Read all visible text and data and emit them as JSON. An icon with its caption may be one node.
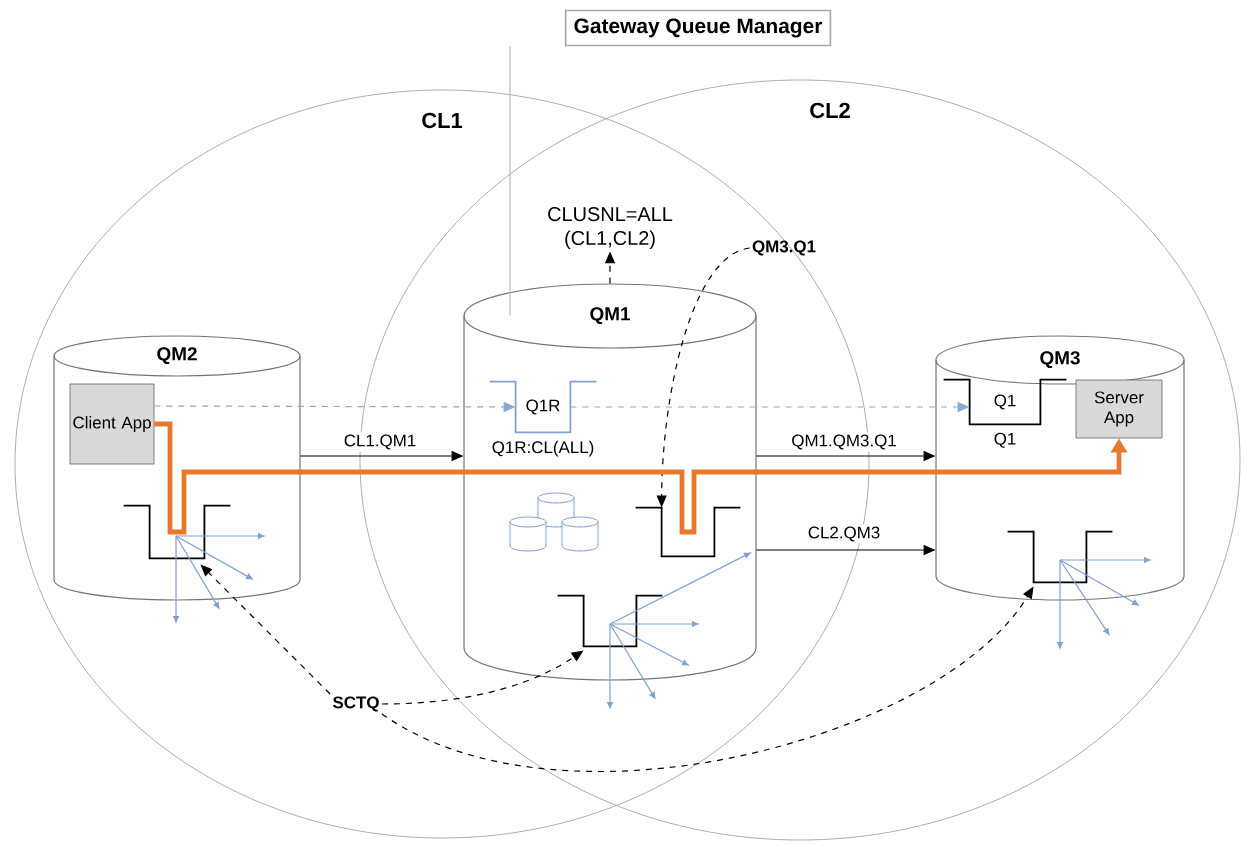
{
  "diagram": {
    "nodes": [
      {
        "text": [
          "CL1"
        ]
      },
      {
        "text": [
          "CL2"
        ]
      },
      {
        "text": [
          "Gateway Queue Manager"
        ]
      },
      {
        "text": [
          "QM2"
        ],
        "in": 0
      },
      {
        "text": [
          "Client App"
        ],
        "in": 3
      },
      {
        "text": [],
        "shape": "box",
        "in": 3
      },
      {
        "text": [
          "QM1"
        ]
      },
      {
        "text": [
          "Q1R"
        ],
        "beside": [
          "Q1R:CL(ALL)"
        ],
        "in": 6
      },
      {
        "text": [],
        "shape": "box",
        "in": 6
      },
      {
        "text": [],
        "shape": "box",
        "in": 6
      },
      {
        "text": [
          "QM3"
        ],
        "in": 1
      },
      {
        "text": [
          "Q1"
        ],
        "beside": [
          "Q1"
        ],
        "in": 10
      },
      {
        "text": [
          "Server App"
        ],
        "in": 10
      },
      {
        "text": [],
        "shape": "box",
        "in": 10
      },
      {
        "text": [
          "SCTQ"
        ],
        "in": 0
      },
      {
        "text": [
          "QM3.Q1"
        ]
      },
      {
        "text": [
          "CLUSNL=ALL (CL1,CL2)"
        ]
      }
    ],
    "edges": [
      {
        "from": 2,
        "to": 6,
        "arrow": "none",
        "color": "#bbbbbb"
      },
      {
        "from": 6,
        "to": 16,
        "arrow": "to",
        "style": "dashed"
      },
      {
        "from": 15,
        "to": 8,
        "arrow": "to",
        "style": "dashed"
      },
      {
        "from": 14,
        "to": 5,
        "arrow": "to",
        "style": "dashed"
      },
      {
        "from": 14,
        "to": 9,
        "arrow": "to",
        "style": "dashed"
      },
      {
        "from": 14,
        "to": 13,
        "arrow": "to",
        "style": "dashed"
      },
      {
        "from": 4,
        "to": 7,
        "arrow": "to",
        "style": "dashed",
        "color": "#8aa8d0"
      },
      {
        "from": 7,
        "to": 11,
        "arrow": "to",
        "style": "dashed",
        "color": "#8aa8d0"
      },
      {
        "from": 3,
        "to": 6,
        "arrow": "to",
        "label": "CL1.QM1"
      },
      {
        "from": 6,
        "to": 10,
        "arrow": "to",
        "label": "QM1.QM3.Q1"
      },
      {
        "from": 6,
        "to": 10,
        "arrow": "to",
        "label": "CL2.QM3"
      },
      {
        "from": 4,
        "to": 5,
        "arrow": "none",
        "style": "thick",
        "color": "#e8782a"
      },
      {
        "from": 5,
        "to": 8,
        "arrow": "none",
        "style": "thick",
        "color": "#e8782a"
      },
      {
        "from": 8,
        "to": 12,
        "arrow": "to",
        "style": "thick",
        "color": "#e8782a"
      }
    ]
  }
}
